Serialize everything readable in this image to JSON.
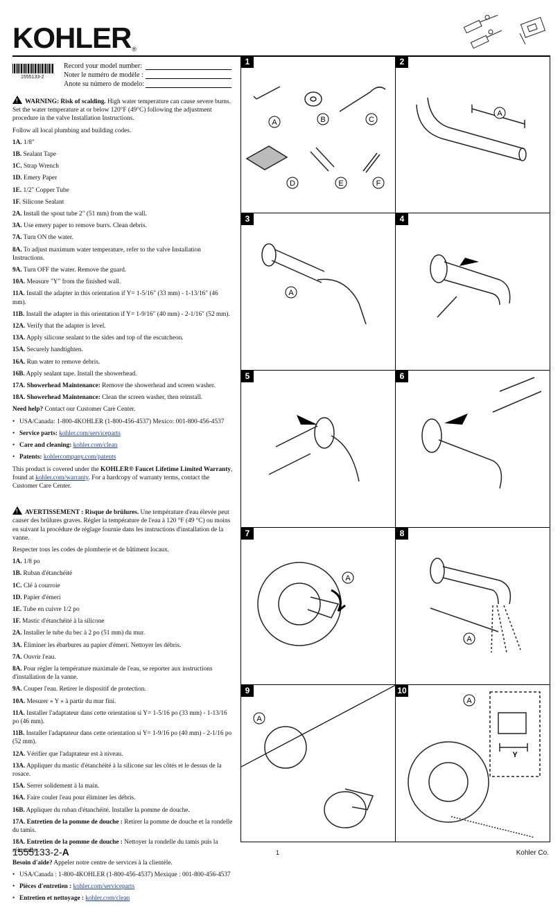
{
  "brand": "KOHLER",
  "barcode_number": "1555133-2",
  "record": [
    "Record your model number:",
    "Noter le numéro de modèle :",
    "Anote su número de modelo:"
  ],
  "en": {
    "warning_bold": "WARNING: Risk of scalding.",
    "warning_text": " High water temperature can cause severe burns. Set the water temperature at or below 120°F (49°C) following the adjustment procedure in the valve Installation Instructions.",
    "codes": "Follow all local plumbing and building codes.",
    "steps": [
      {
        "k": "1A.",
        "t": " 1/8\""
      },
      {
        "k": "1B.",
        "t": " Sealant Tape"
      },
      {
        "k": "1C.",
        "t": " Strap Wrench"
      },
      {
        "k": "1D.",
        "t": " Emery Paper"
      },
      {
        "k": "1E.",
        "t": " 1/2\" Copper Tube"
      },
      {
        "k": "1F.",
        "t": " Silicone Sealant"
      },
      {
        "k": "2A.",
        "t": " Install the spout tube 2\" (51 mm) from the wall."
      },
      {
        "k": "3A.",
        "t": " Use emery paper to remove burrs. Clean debris."
      },
      {
        "k": "7A.",
        "t": " Turn ON the water."
      },
      {
        "k": "8A.",
        "t": " To adjust maximum water temperature, refer to the valve Installation Instructions."
      },
      {
        "k": "9A.",
        "t": " Turn OFF the water. Remove the guard."
      },
      {
        "k": "10A.",
        "t": " Measure \"Y\" from the finished wall."
      },
      {
        "k": "11A.",
        "t": " Install the adapter in this orientation if Y= 1-5/16\" (33 mm) - 1-13/16\" (46 mm)."
      },
      {
        "k": "11B.",
        "t": " Install the adapter in this orientation if Y= 1-9/16\" (40 mm) - 2-1/16\" (52 mm)."
      },
      {
        "k": "12A.",
        "t": " Verify that the adapter is level."
      },
      {
        "k": "13A.",
        "t": " Apply silicone sealant to the sides and top of the escutcheon."
      },
      {
        "k": "15A.",
        "t": " Securely handtighten."
      },
      {
        "k": "16A.",
        "t": " Run water to remove debris."
      },
      {
        "k": "16B.",
        "t": " Apply sealant tape. Install the showerhead."
      },
      {
        "k": "17A. Showerhead Maintenance:",
        "t": " Remove the showerhead and screen washer."
      },
      {
        "k": "18A. Showerhead Maintenance:",
        "t": " Clean the screen washer, then reinstall."
      }
    ],
    "help_bold": "Need help?",
    "help_text": " Contact our Customer Care Center.",
    "contacts": [
      {
        "k": "",
        "t": "USA/Canada: 1-800-4KOHLER (1-800-456-4537) Mexico: 001-800-456-4537",
        "l": ""
      },
      {
        "k": "Service parts:",
        "t": " ",
        "l": "kohler.com/serviceparts"
      },
      {
        "k": "Care and cleaning:",
        "t": " ",
        "l": "kohler.com/clean"
      },
      {
        "k": "Patents:",
        "t": " ",
        "l": "kohlercompany.com/patents"
      }
    ],
    "warranty_pre": "This product is covered under the ",
    "warranty_bold": "KOHLER® Faucet Lifetime Limited Warranty",
    "warranty_mid": ", found at ",
    "warranty_link": "kohler.com/warranty",
    "warranty_post": ". For a hardcopy of warranty terms, contact the Customer Care Center."
  },
  "fr": {
    "warning_bold": "AVERTISSEMENT : Risque de brûlures.",
    "warning_text": " Une température d'eau élevée peut causer des brûlures graves. Régler la température de l'eau à 120 °F (49 °C) ou moins en suivant la procédure de réglage fournie dans les instructions d'installation de la vanne.",
    "codes": "Respecter tous les codes de plomberie et de bâtiment locaux.",
    "steps": [
      {
        "k": "1A.",
        "t": " 1/8 po"
      },
      {
        "k": "1B.",
        "t": " Ruban d'étanchéité"
      },
      {
        "k": "1C.",
        "t": " Clé à courroie"
      },
      {
        "k": "1D.",
        "t": " Papier d'émeri"
      },
      {
        "k": "1E.",
        "t": " Tube en cuivre 1/2 po"
      },
      {
        "k": "1F.",
        "t": " Mastic d'étanchéité à la silicone"
      },
      {
        "k": "2A.",
        "t": " Installer le tube du bec à 2 po (51 mm) du mur."
      },
      {
        "k": "3A.",
        "t": " Éliminer les ébarbures au papier d'émeri. Nettoyer les débris."
      },
      {
        "k": "7A.",
        "t": " Ouvrir l'eau."
      },
      {
        "k": "8A.",
        "t": " Pour régler la température maximale de l'eau, se reporter aux instructions d'installation de la vanne."
      },
      {
        "k": "9A.",
        "t": " Couper l'eau. Retirer le dispositif de protection."
      },
      {
        "k": "10A.",
        "t": " Mesurer « Y » à partir du mur fini."
      },
      {
        "k": "11A.",
        "t": " Installer l'adaptateur dans cette orientation si Y= 1-5/16 po (33 mm) - 1-13/16 po (46 mm)."
      },
      {
        "k": "11B.",
        "t": "  Installer l'adaptateur dans cette orientation si Y= 1-9/16 po (40 mm) - 2-1/16 po (52 mm)."
      },
      {
        "k": "12A.",
        "t": " Vérifier que l'adaptateur est à niveau."
      },
      {
        "k": "13A.",
        "t": " Appliquer du mastic d'étanchéité à la silicone sur les côtés et le dessus de la rosace."
      },
      {
        "k": "15A.",
        "t": " Serrer solidement à la main."
      },
      {
        "k": "16A.",
        "t": " Faire couler l'eau pour éliminer les débris."
      },
      {
        "k": "16B.",
        "t": " Appliquer du ruban d'étanchéité. Installer la pomme de douche."
      },
      {
        "k": "17A. Entretien de la pomme de douche :",
        "t": " Retirer la pomme de douche et la rondelle du tamis."
      },
      {
        "k": "18A. Entretien de la pomme de douche :",
        "t": " Nettoyer la rondelle du tamis puis la réinstaller."
      }
    ],
    "help_bold": "Besoin d'aide?",
    "help_text": " Appeler notre centre de services à la clientèle.",
    "contacts": [
      {
        "k": "",
        "t": "USA/Canada : 1-800-4KOHLER (1-800-456-4537) Mexique : 001-800-456-4537",
        "l": ""
      },
      {
        "k": "Pièces d'entretien :",
        "t": " ",
        "l": "kohler.com/serviceparts"
      },
      {
        "k": "Entretien et nettoyage :",
        "t": " ",
        "l": "kohler.com/clean"
      }
    ]
  },
  "panels": [
    {
      "n": "1",
      "labels": [
        "A",
        "B",
        "C",
        "D",
        "E",
        "F"
      ]
    },
    {
      "n": "2",
      "labels": [
        "A"
      ]
    },
    {
      "n": "3",
      "labels": [
        "A"
      ]
    },
    {
      "n": "4",
      "labels": []
    },
    {
      "n": "5",
      "labels": []
    },
    {
      "n": "6",
      "labels": []
    },
    {
      "n": "7",
      "labels": [
        "A"
      ]
    },
    {
      "n": "8",
      "labels": [
        "A"
      ]
    },
    {
      "n": "9",
      "labels": [
        "A"
      ]
    },
    {
      "n": "10",
      "labels": [
        "A",
        "Y"
      ]
    }
  ],
  "footer": {
    "doc_num": "1555133-2-",
    "doc_rev": "A",
    "page": "1",
    "company": "Kohler Co."
  }
}
